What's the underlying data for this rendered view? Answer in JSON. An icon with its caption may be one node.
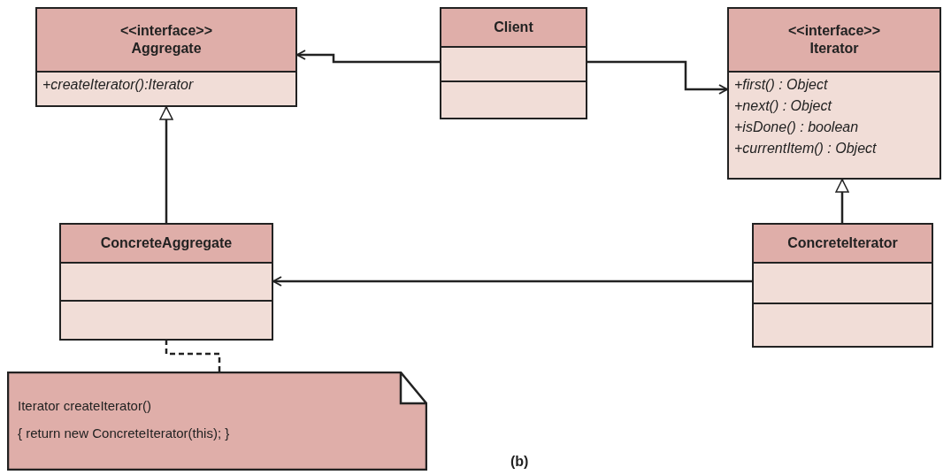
{
  "diagram": {
    "nodes": [
      {
        "text": [
          "<<interface>>",
          "Aggregate",
          "+createIterator():Iterator"
        ]
      },
      {
        "text": [
          "Client"
        ]
      },
      {
        "text": [
          "<<interface>>",
          "Iterator",
          "+first() : Object",
          "+next() : Object",
          "+isDone() : boolean",
          "+currentItem() : Object"
        ]
      },
      {
        "text": [
          "ConcreteAggregate"
        ]
      },
      {
        "text": [
          "ConcreteIterator"
        ]
      },
      {
        "text": [
          "Iterator createIterator()",
          "{ return new ConcreteIterator(this); }"
        ]
      }
    ],
    "edges": [
      {
        "from": 1,
        "to": 0,
        "arrow": "to"
      },
      {
        "from": 1,
        "to": 2,
        "arrow": "to"
      },
      {
        "from": 3,
        "to": 0,
        "arrow": "to"
      },
      {
        "from": 4,
        "to": 2,
        "arrow": "to"
      },
      {
        "from": 4,
        "to": 3,
        "arrow": "to"
      },
      {
        "from": 5,
        "to": 3,
        "arrow": "none",
        "style": "dashed"
      }
    ],
    "labels": [
      "(b)"
    ]
  }
}
